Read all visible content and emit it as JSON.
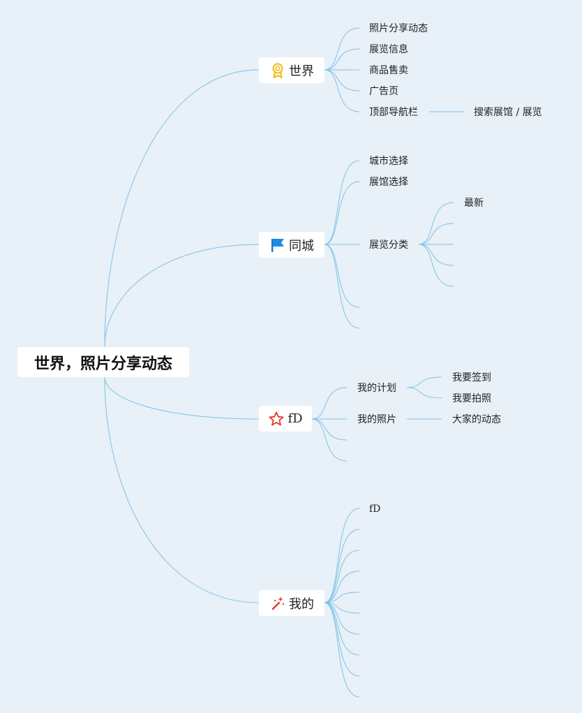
{
  "root": {
    "label": "世界，照片分享动态"
  },
  "branches": [
    {
      "label": "世界",
      "icon": "award-ribbon-icon",
      "children": [
        {
          "label": "照片分享动态"
        },
        {
          "label": "展览信息"
        },
        {
          "label": "商品售卖"
        },
        {
          "label": "广告页"
        },
        {
          "label": "顶部导航栏",
          "children": [
            {
              "label": "搜索展馆 / 展览"
            }
          ]
        }
      ]
    },
    {
      "label": "同城",
      "icon": "flag-icon",
      "children": [
        {
          "label": "城市选择"
        },
        {
          "label": "展馆选择"
        },
        {
          "label": "展览分类",
          "children": [
            {
              "label": "最新"
            },
            {
              "label": ""
            },
            {
              "label": ""
            },
            {
              "label": ""
            },
            {
              "label": ""
            }
          ]
        },
        {
          "label": ""
        },
        {
          "label": ""
        }
      ]
    },
    {
      "label": "fD",
      "icon": "star-outline-icon",
      "children": [
        {
          "label": "我的计划",
          "children": [
            {
              "label": "我要签到"
            },
            {
              "label": "我要拍照"
            }
          ]
        },
        {
          "label": "我的照片",
          "children": [
            {
              "label": "大家的动态"
            }
          ]
        },
        {
          "label": ""
        },
        {
          "label": ""
        }
      ]
    },
    {
      "label": "我的",
      "icon": "magic-wand-icon",
      "children": [
        {
          "label": "fD"
        },
        {
          "label": ""
        },
        {
          "label": ""
        },
        {
          "label": ""
        },
        {
          "label": ""
        },
        {
          "label": ""
        },
        {
          "label": ""
        },
        {
          "label": ""
        },
        {
          "label": ""
        },
        {
          "label": ""
        }
      ]
    }
  ],
  "colors": {
    "line": "#7ec3e6",
    "background": "#e8f0f8",
    "node": "#ffffff"
  }
}
